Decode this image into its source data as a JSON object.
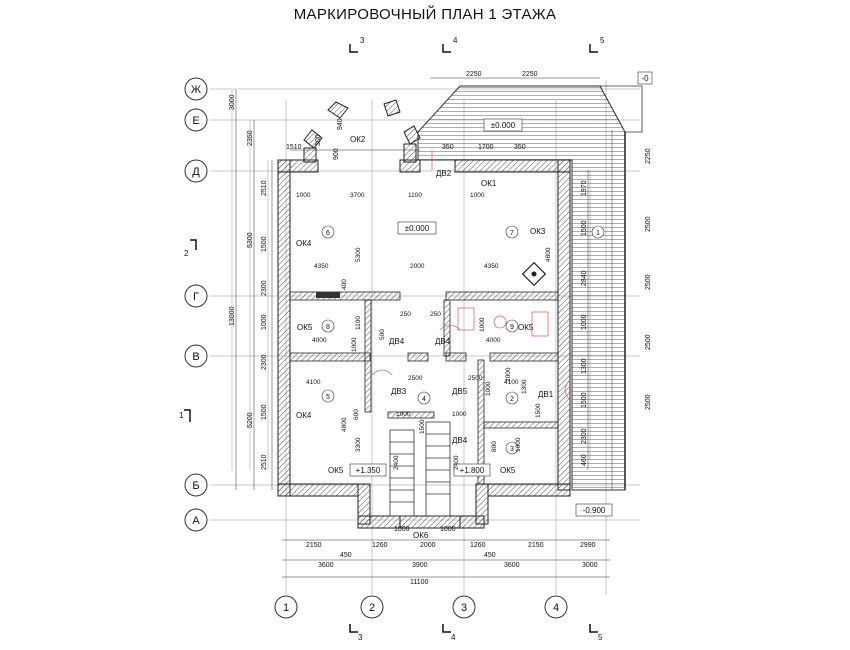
{
  "title": "МАРКИРОВОЧНЫЙ ПЛАН 1 ЭТАЖА",
  "axes_rows": [
    "Ж",
    "Е",
    "Д",
    "Г",
    "В",
    "Б",
    "А"
  ],
  "axes_cols": [
    "1",
    "2",
    "3",
    "4"
  ],
  "section_cuts": [
    "2",
    "3",
    "4",
    "5",
    "1"
  ],
  "rooms": [
    "1",
    "2",
    "3",
    "4",
    "5",
    "6",
    "7",
    "8",
    "9"
  ],
  "levels": {
    "terrace": "±0.000",
    "hall": "±0.000",
    "entry_left": "+1.350",
    "entry_right": "+1.800",
    "ground": "-0.900",
    "corner": "-0"
  },
  "openings": {
    "ok1": "ОК1",
    "ok2": "ОК2",
    "ok3": "ОК3",
    "ok4a": "ОК4",
    "ok4b": "ОК4",
    "ok5a": "ОК5",
    "ok5b": "ОК5",
    "ok5c": "ОК5",
    "ok5d": "ОК5",
    "ok6": "ОК6",
    "dv1": "ДВ1",
    "dv2": "ДВ2",
    "dv3": "ДВ3",
    "dv4a": "ДВ4",
    "dv4b": "ДВ4",
    "dv4c": "ДВ4",
    "dv5": "ДВ5"
  },
  "dims_bottom": {
    "row1": [
      "2150",
      "1260",
      "2000",
      "1260",
      "2150",
      "2990"
    ],
    "row1b": [
      "450",
      "450",
      "1000",
      "1000"
    ],
    "row2": [
      "3600",
      "3900",
      "3600",
      "3000"
    ],
    "row3": "11100"
  },
  "dims_top": [
    "2250",
    "2250",
    "1510",
    "350",
    "1700",
    "350",
    "940",
    "300",
    "900"
  ],
  "dims_left": [
    "3000",
    "2350",
    "2510",
    "5300",
    "1500",
    "2300",
    "13000",
    "1000",
    "2300",
    "5200",
    "1500",
    "2510"
  ],
  "dims_right": [
    "1970",
    "1500",
    "2840",
    "1000",
    "1300",
    "1500",
    "2300",
    "460"
  ],
  "dims_terrace": [
    "2250",
    "2500",
    "2500",
    "2500",
    "2500"
  ],
  "dims_inner": [
    "1000",
    "3700",
    "1100",
    "1000",
    "4350",
    "2000",
    "4350",
    "400",
    "250",
    "250",
    "4000",
    "2500",
    "4000",
    "4100",
    "2500",
    "4100",
    "1000",
    "1000",
    "2400",
    "1500",
    "2400",
    "4800",
    "600",
    "1000",
    "500",
    "1100",
    "1000",
    "3300",
    "800",
    "1000",
    "1300",
    "1500",
    "1000",
    "2000",
    "5300",
    "4800"
  ]
}
